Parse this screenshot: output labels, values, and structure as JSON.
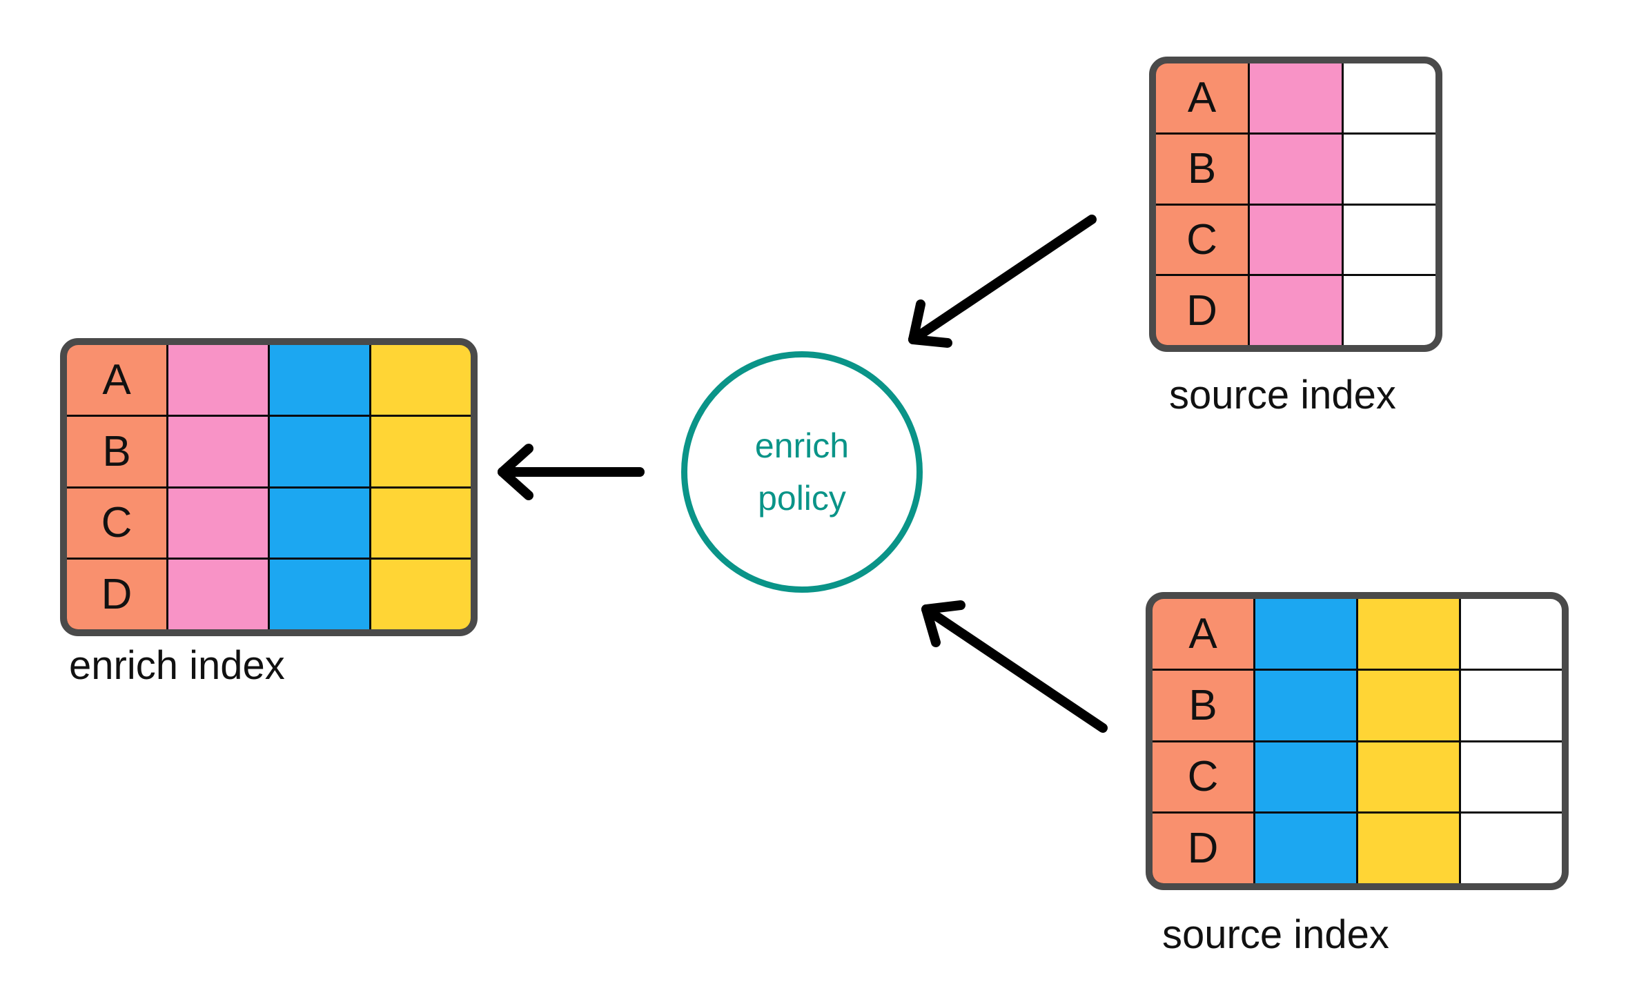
{
  "diagram": {
    "policy": {
      "label": "enrich policy"
    },
    "tables": {
      "enrich_index": {
        "caption": "enrich index",
        "row_labels": [
          "A",
          "B",
          "C",
          "D"
        ],
        "columns": [
          "salmon",
          "pink",
          "blue",
          "yellow"
        ]
      },
      "source_index_top": {
        "caption": "source index",
        "row_labels": [
          "A",
          "B",
          "C",
          "D"
        ],
        "columns": [
          "salmon",
          "pink",
          "white"
        ]
      },
      "source_index_bottom": {
        "caption": "source index",
        "row_labels": [
          "A",
          "B",
          "C",
          "D"
        ],
        "columns": [
          "salmon",
          "blue",
          "yellow",
          "white"
        ]
      }
    },
    "relations": [
      {
        "from": "source_index_top",
        "to": "enrich_policy"
      },
      {
        "from": "source_index_bottom",
        "to": "enrich_policy"
      },
      {
        "from": "enrich_policy",
        "to": "enrich_index"
      }
    ],
    "colors": {
      "salmon": "#F9906E",
      "pink": "#F893C6",
      "blue": "#1CA7F1",
      "yellow": "#FFD535",
      "white": "#FFFFFF",
      "teal": "#0A9488",
      "table_border": "#4A4A4A",
      "grid_line": "#0A0A0A",
      "arrow": "#000000",
      "text": "#111111"
    }
  }
}
